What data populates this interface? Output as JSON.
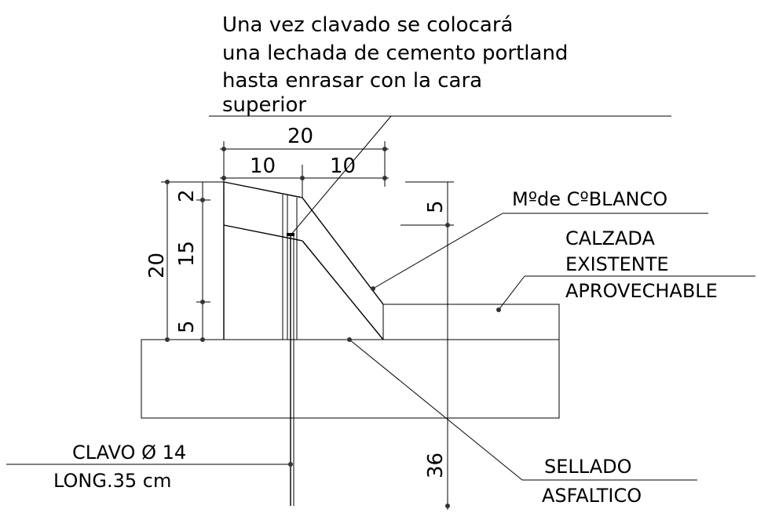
{
  "note": {
    "line1": "Una vez clavado se colocará",
    "line2": "una lechada de cemento portland",
    "line3": "hasta enrasar con la cara",
    "line4": "superior"
  },
  "labels": {
    "mortar": "Mºde CºBLANCO",
    "road_1": "CALZADA",
    "road_2": "EXISTENTE",
    "road_3": "APROVECHABLE",
    "nail_1": "CLAVO Ø 14",
    "nail_2": "LONG.35 cm",
    "seal_1": "SELLADO",
    "seal_2": "ASFALTICO"
  },
  "dimensions": {
    "top_total": "20",
    "top_left": "10",
    "top_right": "10",
    "left_total": "20",
    "left_top": "2",
    "left_mid": "15",
    "left_bottom": "5",
    "right_top": "5",
    "right_depth": "36"
  },
  "colors": {
    "line": "#000000",
    "background": "#ffffff"
  }
}
